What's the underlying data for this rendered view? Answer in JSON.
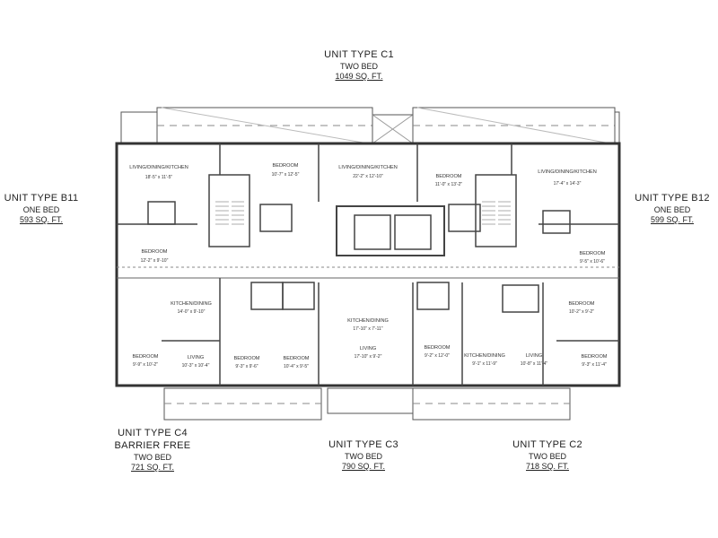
{
  "units": {
    "c1": {
      "name": "UNIT TYPE C1",
      "bed": "TWO BED",
      "area": "1049 SQ. FT."
    },
    "b11": {
      "name": "UNIT TYPE B11",
      "bed": "ONE BED",
      "area": "593 SQ. FT."
    },
    "b12": {
      "name": "UNIT TYPE B12",
      "bed": "ONE BED",
      "area": "599 SQ. FT."
    },
    "c4": {
      "name": "UNIT TYPE C4",
      "extra": "BARRIER FREE",
      "bed": "TWO BED",
      "area": "721 SQ. FT."
    },
    "c3": {
      "name": "UNIT TYPE C3",
      "bed": "TWO BED",
      "area": "790 SQ. FT."
    },
    "c2": {
      "name": "UNIT TYPE C2",
      "bed": "TWO BED",
      "area": "718 SQ. FT."
    }
  },
  "rooms": [
    {
      "label": "LIVING/DINING/KITCHEN",
      "dim": "18'-5\" x 11'-5\""
    },
    {
      "label": "BEDROOM",
      "dim": "10'-7\" x 12'-5\""
    },
    {
      "label": "LIVING/DINING/KITCHEN",
      "dim": "22'-2\" x 12'-10\""
    },
    {
      "label": "BEDROOM",
      "dim": "11'-0\" x 13'-2\""
    },
    {
      "label": "LIVING/DINING/KITCHEN",
      "dim": "17'-4\" x 14'-3\""
    },
    {
      "label": "BEDROOM",
      "dim": "12'-2\" x 9'-10\""
    },
    {
      "label": "BEDROOM",
      "dim": "9'-5\" x 10'-6\""
    },
    {
      "label": "KITCHEN/DINING",
      "dim": "14'-0\" x 9'-10\""
    },
    {
      "label": "KITCHEN/DINING",
      "dim": "17'-10\" x 7'-11\""
    },
    {
      "label": "BEDROOM",
      "dim": "10'-2\" x 9'-2\""
    },
    {
      "label": "BEDROOM",
      "dim": "9'-9\" x 10'-2\""
    },
    {
      "label": "LIVING",
      "dim": "10'-3\" x 10'-4\""
    },
    {
      "label": "BEDROOM",
      "dim": "9'-3\" x 9'-6\""
    },
    {
      "label": "BEDROOM",
      "dim": "10'-4\" x 9'-5\""
    },
    {
      "label": "LIVING",
      "dim": "17'-10\" x 9'-2\""
    },
    {
      "label": "BEDROOM",
      "dim": "9'-2\" x 12'-0\""
    },
    {
      "label": "KITCHEN/DINING",
      "dim": "9'-1\" x 11'-9\""
    },
    {
      "label": "LIVING",
      "dim": "10'-8\" x 11'-4\""
    },
    {
      "label": "BEDROOM",
      "dim": "9'-3\" x 11'-4\""
    }
  ]
}
